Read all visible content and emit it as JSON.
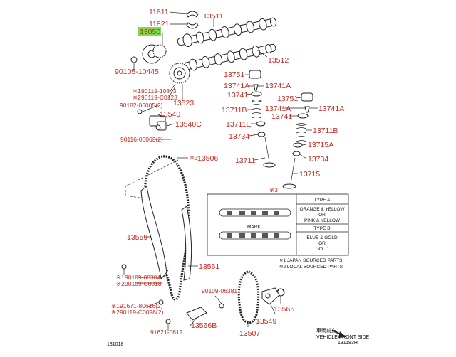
{
  "parts": {
    "p11811": "11811",
    "p11821": "11821",
    "p13050": "13050",
    "p13511": "13511",
    "p13512": "13512",
    "p90105": "90105-10445",
    "p13751a": "13751",
    "p13741Aa": "13741A",
    "p13741Ab": "13741A",
    "p13741a": "13741",
    "p13523": "13523",
    "p90119a": "90119-10843",
    "p90119b": "90119-C0123",
    "p90182": "90182-06005(2)",
    "p13540": "13540",
    "p13540C": "13540C",
    "p13711Ba": "13711B",
    "p13751b": "13751",
    "p13741Ac": "13741A",
    "p13741Ad": "13741A",
    "p13741b": "13741",
    "p13711E": "13711E",
    "p13734a": "13734",
    "p90116": "90116-06063(2)",
    "p13711Bb": "13711B",
    "p13715A": "13715A",
    "p13734b": "13734",
    "p13506": "13506",
    "p13711": "13711",
    "p13715": "13715",
    "p13559": "13559",
    "p13561": "13561",
    "p90109a": "90109-08304",
    "p90109b": "90109-C0018",
    "p90109c": "90109-06381",
    "p91671": "91671-80616(2)",
    "p90119c": "90119-C0098(2)",
    "p13565": "13565",
    "p13549": "13549",
    "p91621": "91621-0612",
    "p13566B": "13566B",
    "p13507": "13507"
  },
  "markers": {
    "m1": "※1",
    "m2": "※2",
    "m3": "※3",
    "m4": "※1",
    "m5": "※2",
    "m6": "※1",
    "m7": "※2",
    "m8": "※3"
  },
  "inset": {
    "ref": "※3",
    "type_a": "TYPE A",
    "type_a_line1": "ORANGE & YELLOW",
    "type_a_line2": "OR",
    "type_a_line3": "PINK & YELLOW",
    "type_b": "TYPE B",
    "type_b_line1": "BLUE & GOLD",
    "type_b_line2": "OR",
    "type_b_line3": "GOLD",
    "mark": "MARK"
  },
  "notes": {
    "note1": "※1 JAPAN SOURCED PARTS",
    "note2": "※2 LOCAL SOURCED PARTS"
  },
  "footer": {
    "left_code": "131018",
    "right_code": "131183H",
    "front_jp": "車両前方",
    "front_en": "VEHICLE FRONT SIDE"
  },
  "colors": {
    "label": "#c8281e",
    "highlight": "#7ddc4b",
    "line": "#222222"
  }
}
